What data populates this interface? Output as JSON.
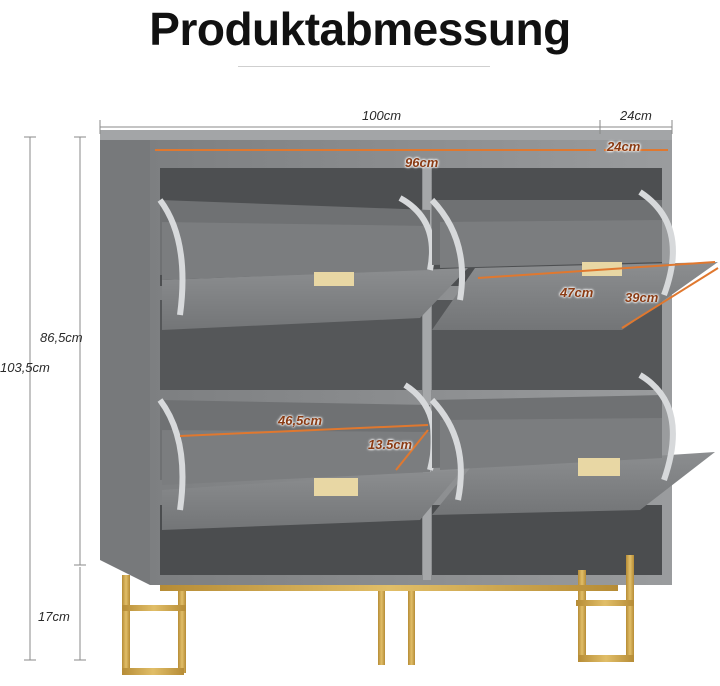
{
  "title": "Produktabmessung",
  "dimensions": {
    "width_total": "100cm",
    "depth_top": "24cm",
    "depth_inner": "24cm",
    "inner_width": "96cm",
    "height_total": "103,5cm",
    "height_body": "86,5cm",
    "height_legs": "17cm",
    "flap_width": "47cm",
    "flap_depth": "39cm",
    "shelf_width": "46,5cm",
    "shelf_depth": "13.5cm"
  },
  "colors": {
    "cabinet_gray": "#8f9193",
    "cabinet_dark": "#6c6e70",
    "legs_gold": "#c9a24a",
    "accent_orange": "#e0782f",
    "handle_gold": "#e8d7a4"
  }
}
